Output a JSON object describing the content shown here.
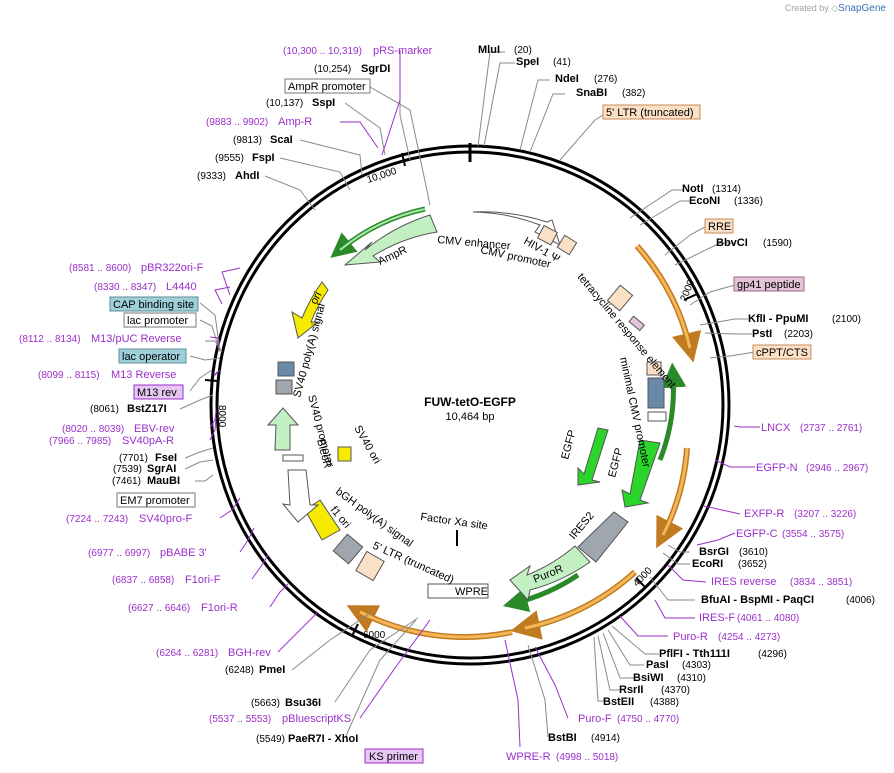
{
  "credit": {
    "prefix": "Created by",
    "brand": "SnapGene"
  },
  "plasmid": {
    "name": "FUW-tetO-EGFP",
    "length": "10,464 bp"
  },
  "tick_labels": [
    "2000",
    "4000",
    "6000",
    "8000",
    "10,000"
  ],
  "enzymes": [
    {
      "name": "MluI",
      "pos": "(20)"
    },
    {
      "name": "SpeI",
      "pos": "(41)"
    },
    {
      "name": "NdeI",
      "pos": "(276)"
    },
    {
      "name": "SnaBI",
      "pos": "(382)"
    },
    {
      "name": "NotI",
      "pos": "(1314)"
    },
    {
      "name": "EcoNI",
      "pos": "(1336)"
    },
    {
      "name": "BbvCI",
      "pos": "(1590)"
    },
    {
      "name": "KflI  - PpuMI",
      "pos": "(2100)"
    },
    {
      "name": "PstI",
      "pos": "(2203)"
    },
    {
      "name": "BsrGI",
      "pos": "(3610)"
    },
    {
      "name": "EcoRI",
      "pos": "(3652)"
    },
    {
      "name": "BfuAI  - BspMI  - PaqCI",
      "pos": "(4006)"
    },
    {
      "name": "PflFI  - Tth111I",
      "pos": "(4296)"
    },
    {
      "name": "PasI",
      "pos": "(4303)"
    },
    {
      "name": "BsiWI",
      "pos": "(4310)"
    },
    {
      "name": "RsrII",
      "pos": "(4370)"
    },
    {
      "name": "BstEII",
      "pos": "(4388)"
    },
    {
      "name": "BstBI",
      "pos": "(4914)"
    },
    {
      "name": "PaeR7I  - XhoI",
      "pos": "(5549)"
    },
    {
      "name": "Bsu36I",
      "pos": "(5663)"
    },
    {
      "name": "PmeI",
      "pos": "(6248)"
    },
    {
      "name": "MauBI",
      "pos": "(7461)"
    },
    {
      "name": "SgrAI",
      "pos": "(7539)"
    },
    {
      "name": "FseI",
      "pos": "(7701)"
    },
    {
      "name": "BstZ17I",
      "pos": "(8061)"
    },
    {
      "name": "AhdI",
      "pos": "(9333)"
    },
    {
      "name": "FspI",
      "pos": "(9555)"
    },
    {
      "name": "ScaI",
      "pos": "(9813)"
    },
    {
      "name": "SspI",
      "pos": "(10,137)"
    },
    {
      "name": "SgrDI",
      "pos": "(10,254)"
    }
  ],
  "primers": [
    {
      "name": "pRS-marker",
      "pos": "(10,300 .. 10,319)"
    },
    {
      "name": "Amp-R",
      "pos": "(9883 .. 9902)"
    },
    {
      "name": "pBR322ori-F",
      "pos": "(8581 .. 8600)"
    },
    {
      "name": "L4440",
      "pos": "(8330 .. 8347)"
    },
    {
      "name": "M13/pUC Reverse",
      "pos": "(8112 .. 8134)"
    },
    {
      "name": "M13 Reverse",
      "pos": "(8099 .. 8115)"
    },
    {
      "name": "EBV-rev",
      "pos": "(8020 .. 8039)"
    },
    {
      "name": "SV40pA-R",
      "pos": "(7966 .. 7985)"
    },
    {
      "name": "SV40pro-F",
      "pos": "(7224 .. 7243)"
    },
    {
      "name": "pBABE 3'",
      "pos": "(6977 .. 6997)"
    },
    {
      "name": "F1ori-F",
      "pos": "(6837 .. 6858)"
    },
    {
      "name": "F1ori-R",
      "pos": "(6627 .. 6646)"
    },
    {
      "name": "BGH-rev",
      "pos": "(6264 .. 6281)"
    },
    {
      "name": "pBluescriptKS",
      "pos": "(5537 .. 5553)"
    },
    {
      "name": "WPRE-R",
      "pos": "(4998 .. 5018)"
    },
    {
      "name": "Puro-F",
      "pos": "(4750 .. 4770)"
    },
    {
      "name": "Puro-R",
      "pos": "(4254 .. 4273)"
    },
    {
      "name": "IRES-F",
      "pos": "(4061 .. 4080)"
    },
    {
      "name": "IRES reverse",
      "pos": "(3834 .. 3851)"
    },
    {
      "name": "EGFP-C",
      "pos": "(3554 .. 3575)"
    },
    {
      "name": "EXFP-R",
      "pos": "(3207 .. 3226)"
    },
    {
      "name": "EGFP-N",
      "pos": "(2946 .. 2967)"
    },
    {
      "name": "LNCX",
      "pos": "(2737 .. 2761)"
    }
  ],
  "boxed_labels": [
    {
      "text": "AmpR promoter",
      "fill": "#ffffff",
      "stroke": "#777777"
    },
    {
      "text": "5' LTR (truncated)",
      "fill": "#fbe0c8",
      "stroke": "#c88a55"
    },
    {
      "text": "RRE",
      "fill": "#fbe0c8",
      "stroke": "#c88a55"
    },
    {
      "text": "gp41 peptide",
      "fill": "#e3c4d6",
      "stroke": "#9a6a85"
    },
    {
      "text": "cPPT/CTS",
      "fill": "#fbe0c8",
      "stroke": "#c88a55"
    },
    {
      "text": "CAP binding site",
      "fill": "#9fd0da",
      "stroke": "#5a8e9a"
    },
    {
      "text": "lac promoter",
      "fill": "#ffffff",
      "stroke": "#777777"
    },
    {
      "text": "lac operator",
      "fill": "#9fd0da",
      "stroke": "#5a8e9a"
    },
    {
      "text": "M13 rev",
      "fill": "#e6c6f2",
      "stroke": "#9b2fc9"
    },
    {
      "text": "EM7 promoter",
      "fill": "#ffffff",
      "stroke": "#777777"
    },
    {
      "text": "KS primer",
      "fill": "#e6c6f2",
      "stroke": "#9b2fc9"
    }
  ],
  "features": {
    "amp_r": "AmpR",
    "ori": "ori",
    "cmv_enhancer": "CMV enhancer",
    "hiv_psi": "HIV-1 Ψ",
    "cmv_promoter": "CMV promoter",
    "tet_element": "tetracycline response element",
    "min_cmv": "minimal CMV promoter",
    "egfp_a": "EGFP",
    "egfp_b": "EGFP",
    "ires2": "IRES2",
    "puror": "PuroR",
    "wpre": "WPRE",
    "factor_xa": "Factor Xa site",
    "ltr_trunc": "5' LTR (truncated)",
    "bgh": "bGH poly(A) signal",
    "f1_ori": "f1 ori",
    "sv40_ori": "SV40 ori",
    "sv40_promoter": "SV40 promoter",
    "bleor": "BleoR",
    "sv40_polya": "SV40 poly(A) signal"
  },
  "colors": {
    "backbone": "#000000",
    "enzyme_line": "#8a8a8a",
    "primer": "#9b2fc9",
    "ltr_arrow": "#f0a63a",
    "egfp": "#2bd52b",
    "amp": "#c2f0c2",
    "ori": "#f5ea00",
    "ires": "#a0a6ad",
    "orange_box": "#fbe0c8"
  }
}
